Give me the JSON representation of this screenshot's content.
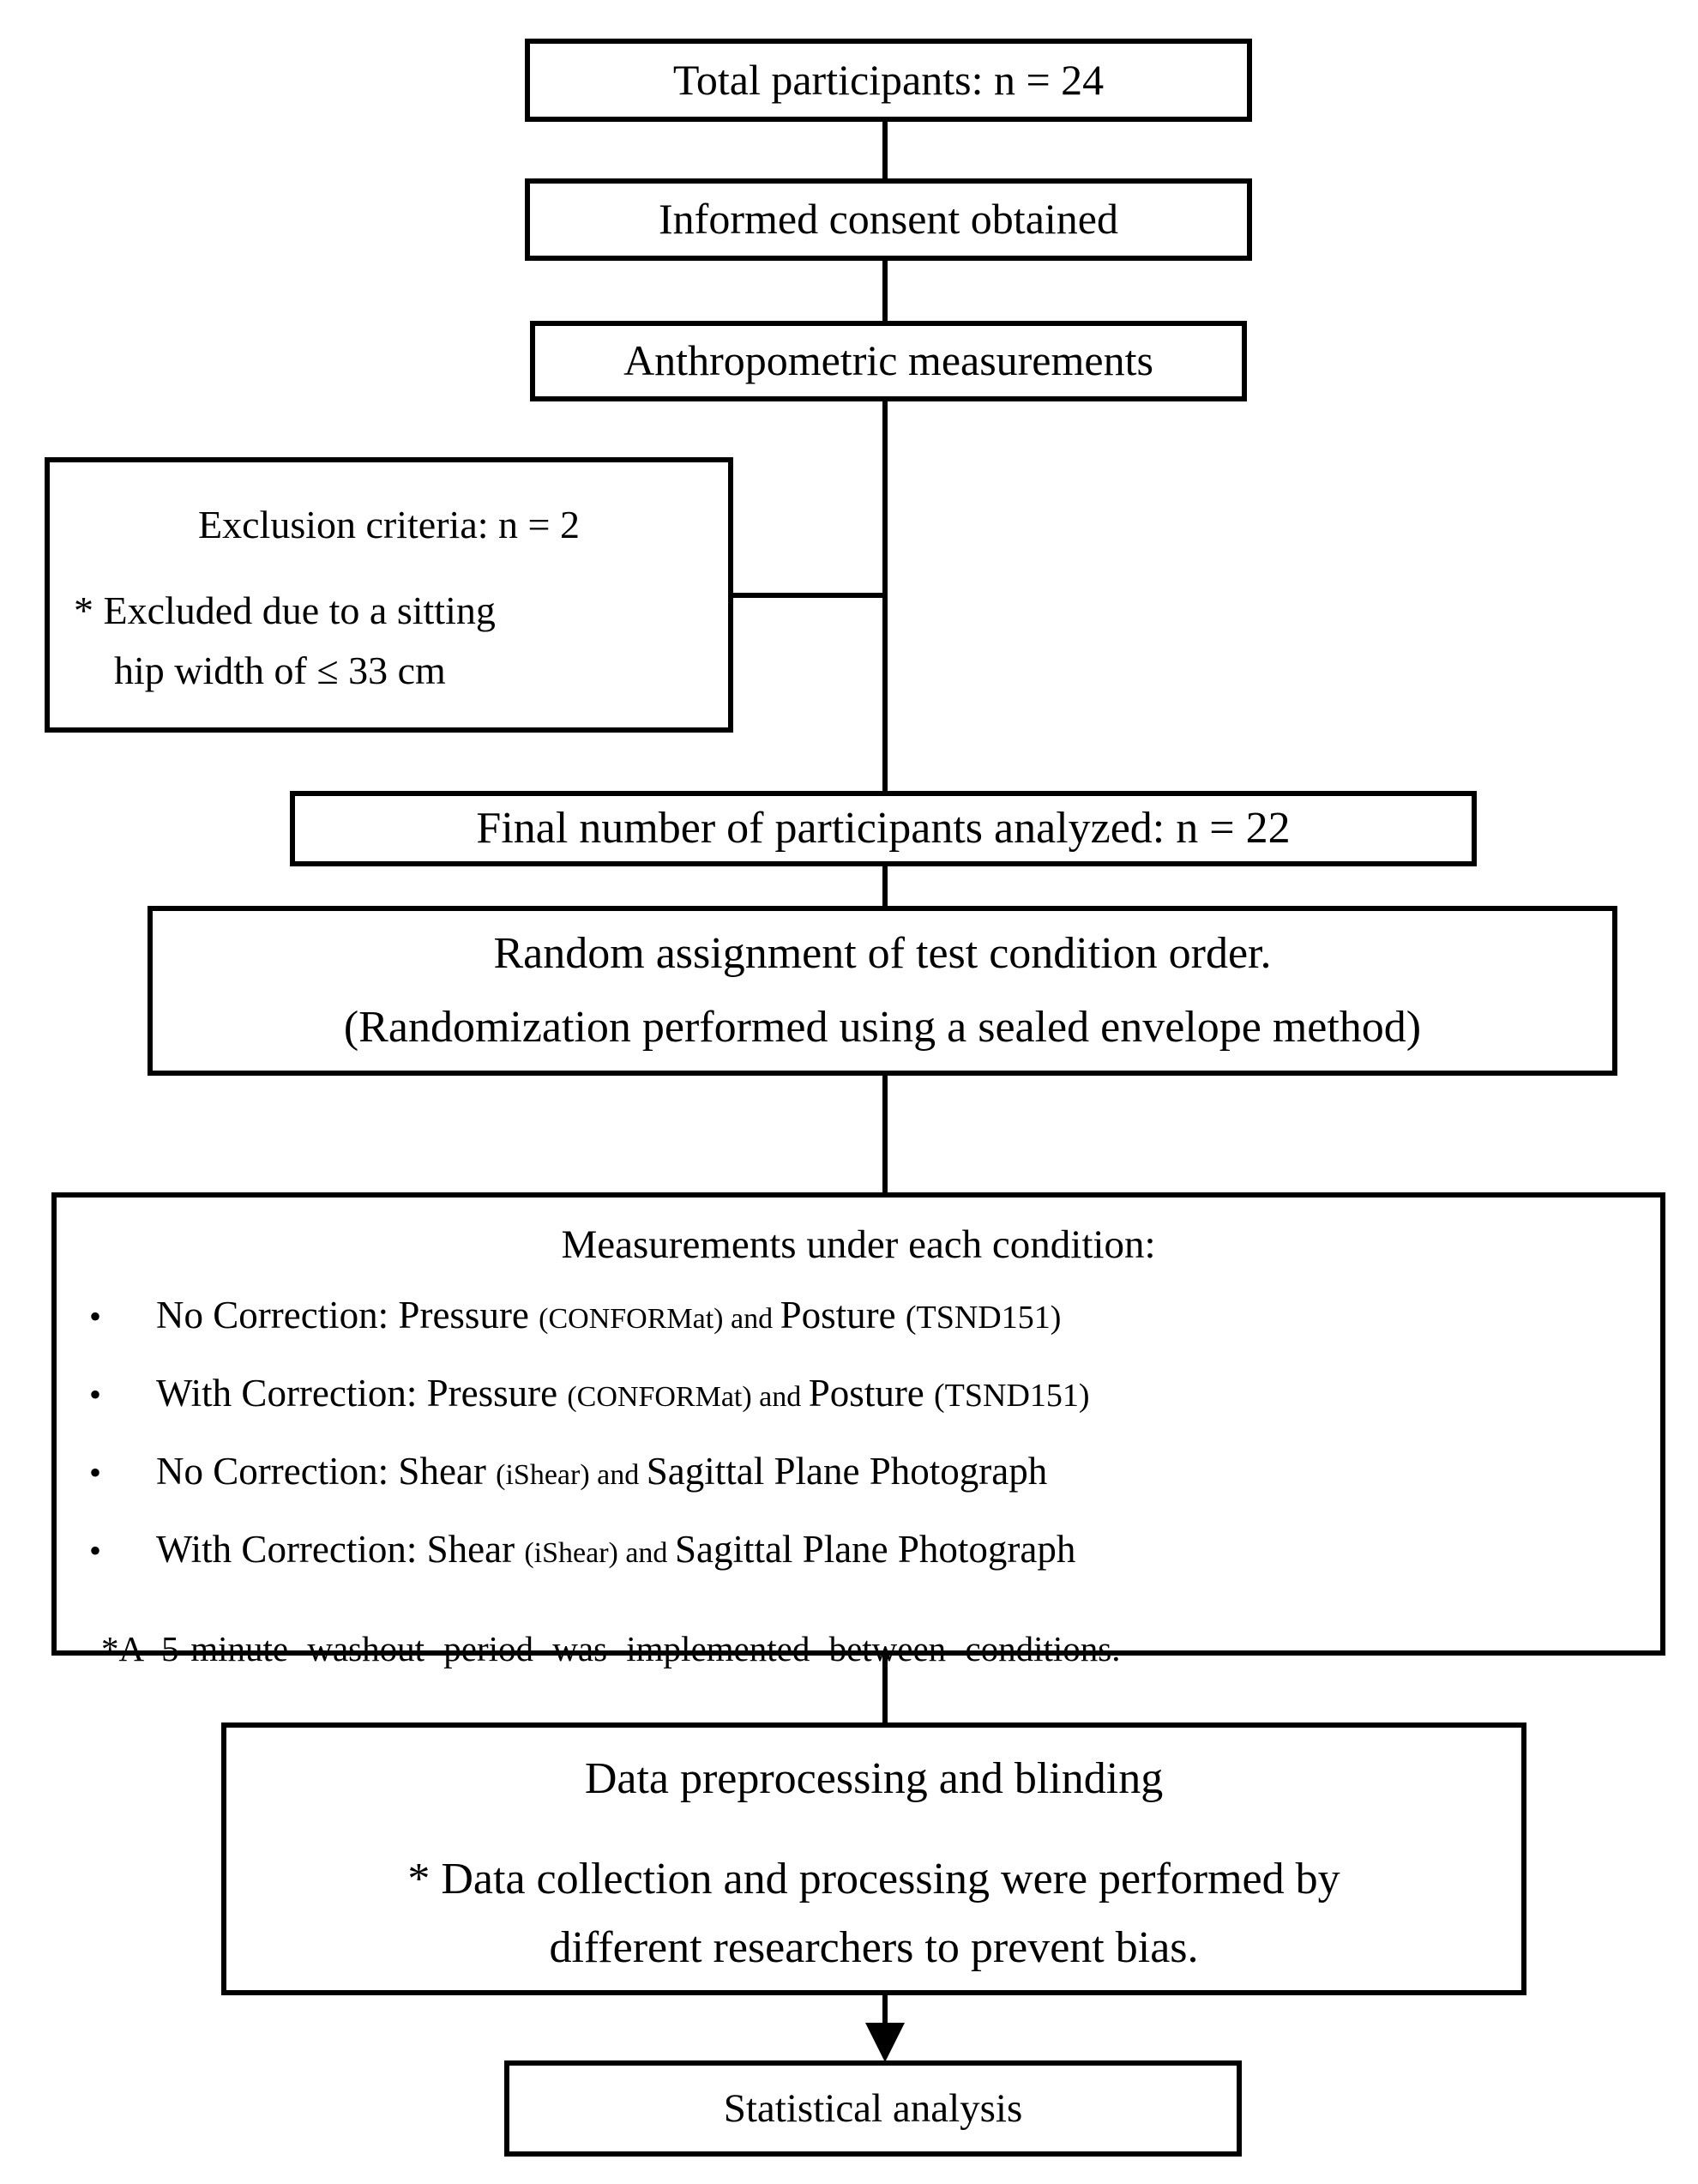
{
  "colors": {
    "ink": "#000000",
    "paper": "#ffffff"
  },
  "flow": {
    "total": {
      "label": "Total participants: n = 24"
    },
    "consent": {
      "label": "Informed consent obtained"
    },
    "anthro": {
      "label": "Anthropometric measurements"
    },
    "exclusion": {
      "line1": "Exclusion criteria: n = 2",
      "line2": "* Excluded due to a sitting",
      "line3": "hip width of ≤ 33 cm"
    },
    "final": {
      "label": "Final number of participants analyzed: n = 22"
    },
    "random": {
      "line1": "Random assignment of test condition order.",
      "line2": "(Randomization performed using a sealed envelope method)"
    },
    "measure": {
      "heading": "Measurements under each condition:",
      "bullet_glyph": "•",
      "bullets": [
        {
          "seg": [
            {
              "t": "No Correction: Pressure "
            },
            {
              "t": "(CONFORMat) and "
            },
            {
              "t": "Posture "
            },
            {
              "t": "(TSND151)"
            }
          ]
        },
        {
          "seg": [
            {
              "t": "With Correction: Pressure "
            },
            {
              "t": "(CONFORMat) and "
            },
            {
              "t": "Posture "
            },
            {
              "t": "(TSND151)"
            }
          ]
        },
        {
          "seg": [
            {
              "t": "No Correction: Shear "
            },
            {
              "t": "(iShear) and "
            },
            {
              "t": "Sagittal Plane Photograph"
            }
          ]
        },
        {
          "seg": [
            {
              "t": "With Correction: Shear "
            },
            {
              "t": "(iShear) and "
            },
            {
              "t": "Sagittal Plane Photograph"
            }
          ]
        }
      ],
      "note": "*A 5-minute washout period was implemented between conditions."
    },
    "preprocess": {
      "line1": "Data preprocessing and blinding",
      "line2": "* Data collection and processing were performed by",
      "line3": "different researchers to prevent bias."
    },
    "statistical": {
      "label": "Statistical analysis"
    }
  }
}
